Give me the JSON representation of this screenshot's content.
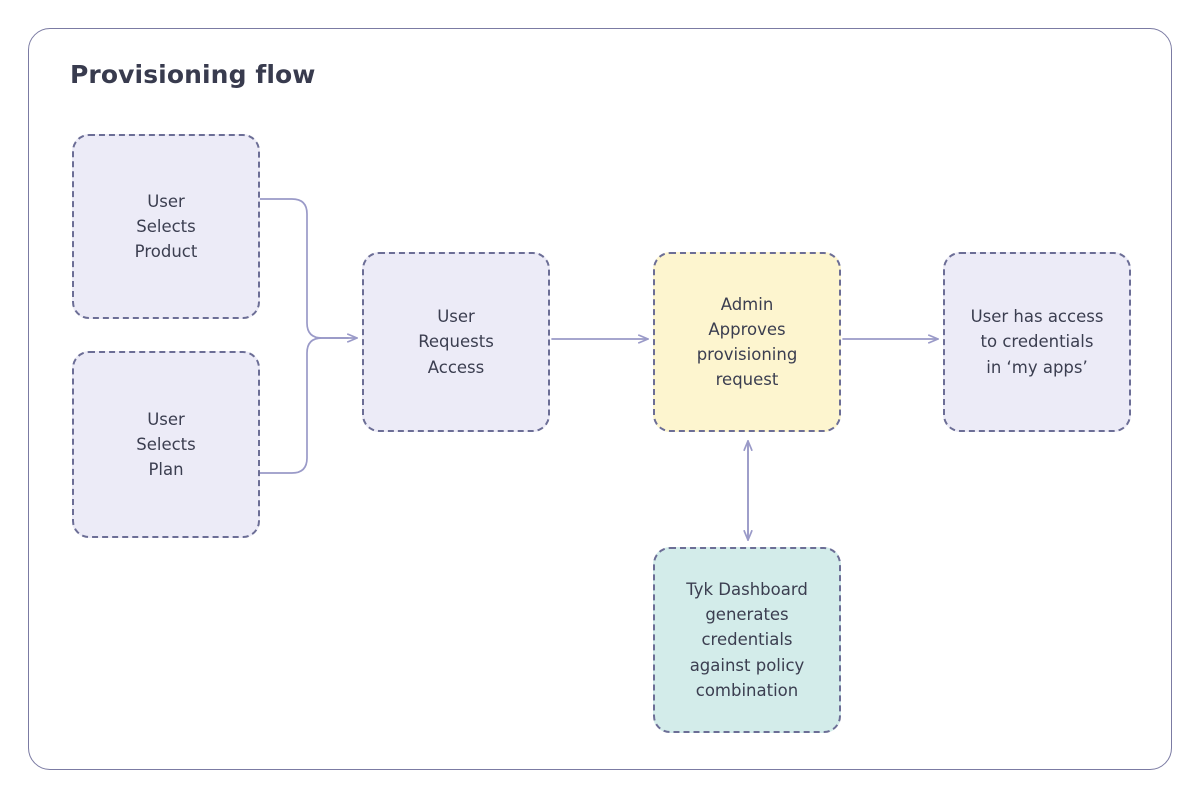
{
  "diagram": {
    "title": "Provisioning flow",
    "colors": {
      "frame_border": "#7b7ba3",
      "node_border": "#6c6e96",
      "connector": "#9a9ac8",
      "text": "#3b3e50",
      "title_text": "#383b4e",
      "fill_lavender": "#ecebf7",
      "fill_yellow": "#fdf5cf",
      "fill_teal": "#d3ecea",
      "background": "#ffffff"
    },
    "nodes": [
      {
        "id": "user-selects-product",
        "label": "User\nSelects\nProduct",
        "fill": "lavender"
      },
      {
        "id": "user-selects-plan",
        "label": "User\nSelects\nPlan",
        "fill": "lavender"
      },
      {
        "id": "user-requests-access",
        "label": "User\nRequests\nAccess",
        "fill": "lavender"
      },
      {
        "id": "admin-approves",
        "label": "Admin\nApproves\nprovisioning\nrequest",
        "fill": "yellow"
      },
      {
        "id": "user-has-access",
        "label": "User has access\nto credentials\nin ‘my apps’",
        "fill": "lavender"
      },
      {
        "id": "tyk-dashboard",
        "label": "Tyk Dashboard\ngenerates\ncredentials\nagainst policy\ncombination",
        "fill": "teal"
      }
    ],
    "edges": [
      {
        "id": "product-to-requests",
        "from": "user-selects-product",
        "to": "user-requests-access",
        "style": "elbow",
        "arrow": "single"
      },
      {
        "id": "plan-to-requests",
        "from": "user-selects-plan",
        "to": "user-requests-access",
        "style": "elbow",
        "arrow": "single"
      },
      {
        "id": "requests-to-admin",
        "from": "user-requests-access",
        "to": "admin-approves",
        "style": "straight",
        "arrow": "single"
      },
      {
        "id": "admin-to-access",
        "from": "admin-approves",
        "to": "user-has-access",
        "style": "straight",
        "arrow": "single"
      },
      {
        "id": "admin-tyk-bidir",
        "from": "admin-approves",
        "to": "tyk-dashboard",
        "style": "straight-vertical",
        "arrow": "double"
      }
    ]
  }
}
